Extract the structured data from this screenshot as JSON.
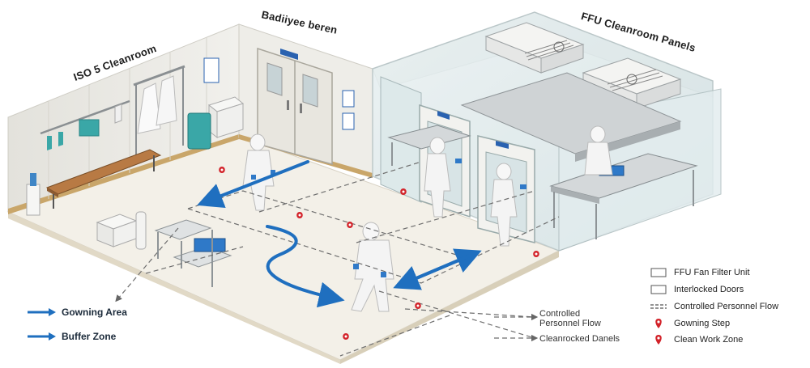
{
  "labels": {
    "iso5_cleanroom": "ISO 5 Cleanroom",
    "buffer_room": "Badiiyee beren",
    "ffu_panels": "FFU Cleanroom Panels"
  },
  "door_signs": [
    "????",
    "????",
    "????"
  ],
  "left_legend": [
    {
      "label": "Gowning Area",
      "color": "#1f6fbf"
    },
    {
      "label": "Buffer Zone",
      "color": "#1f6fbf"
    }
  ],
  "flow_notes": [
    {
      "text": "Controlled Personnel Flow"
    },
    {
      "text": "Cleanrocked Danels"
    }
  ],
  "right_legend": [
    {
      "symbol": "rect",
      "label": "FFU Fan Filter Unit"
    },
    {
      "symbol": "rect",
      "label": "Interlocked Doors"
    },
    {
      "symbol": "dash",
      "label": "Controlled Personnel Flow"
    },
    {
      "symbol": "pin",
      "label": "Gowning Step"
    },
    {
      "symbol": "pin",
      "label": "Clean Work Zone"
    }
  ],
  "colors": {
    "flow_blue": "#1f6fbf",
    "pin_red": "#d3232a",
    "floor": "#f3f0e8",
    "wall": "#ecebe6",
    "glass": "#dfe9ea",
    "steel": "#c9cdd0",
    "bench_wood": "#b87a44"
  }
}
